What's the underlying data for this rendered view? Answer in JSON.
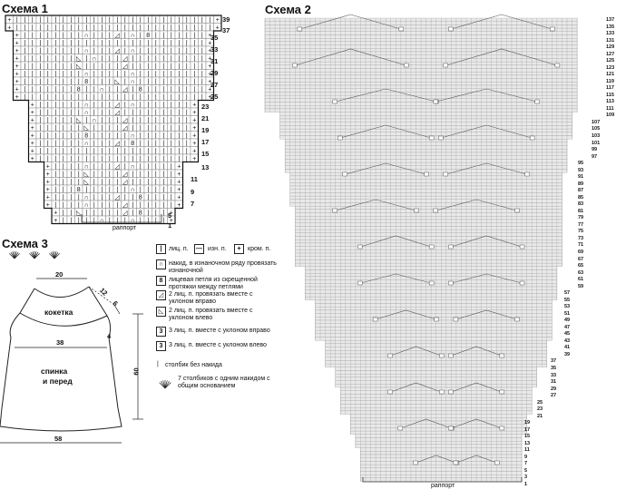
{
  "scheme1": {
    "title": "Схема 1",
    "rows_right": [
      "39",
      "35",
      "33",
      "31",
      "29",
      "27",
      "25",
      "23",
      "21",
      "19",
      "17",
      "15",
      "13",
      "11",
      "9",
      "7",
      "5",
      "3"
    ],
    "rows_right2": [
      "37",
      "1"
    ],
    "rapport": "раппорт"
  },
  "scheme2": {
    "title": "Схема 2",
    "rows": [
      "137",
      "135",
      "133",
      "131",
      "129",
      "127",
      "125",
      "123",
      "121",
      "119",
      "117",
      "115",
      "113",
      "111",
      "109",
      "107",
      "105",
      "103",
      "101",
      "99",
      "97",
      "95",
      "93",
      "91",
      "89",
      "87",
      "85",
      "83",
      "81",
      "79",
      "77",
      "75",
      "73",
      "71",
      "69",
      "67",
      "65",
      "63",
      "61",
      "59",
      "57",
      "55",
      "53",
      "51",
      "49",
      "47",
      "45",
      "43",
      "41",
      "39",
      "37",
      "35",
      "33",
      "31",
      "29",
      "27",
      "25",
      "23",
      "21",
      "19",
      "17",
      "15",
      "13",
      "11",
      "9",
      "7",
      "5",
      "3",
      "1"
    ],
    "rapport": "раппорт"
  },
  "scheme3": {
    "title": "Схема 3",
    "yoke_label": "кокетка",
    "body_label_1": "спинка",
    "body_label_2": "и перед",
    "dims": {
      "top": "20",
      "yoke": "12",
      "side": "6",
      "chest": "38",
      "height": "60",
      "bottom": "58",
      "small": "4"
    }
  },
  "legend": [
    {
      "sym": "|",
      "text": "лиц. п."
    },
    {
      "sym": "—",
      "text": "изн. п."
    },
    {
      "sym": "+",
      "text": "кром. п."
    },
    {
      "sym": "∩",
      "text": "накид, в изнаночном ряду провязать изнаночной"
    },
    {
      "sym": "8",
      "text": "лицевая петля из скрещенной протяжки между петлями"
    },
    {
      "sym": "◿",
      "text": "2 лиц. п. провязать вместе с уклоном вправо"
    },
    {
      "sym": "◺",
      "text": "2 лиц. п. провязать вместе с уклоном влево"
    },
    {
      "sym": "3",
      "text": "3 лиц. п. вместе с уклоном вправо"
    },
    {
      "sym": "3",
      "text": "3 лиц. п. вместе с уклоном влево"
    }
  ],
  "legend_crochet": [
    {
      "text": "столбик без накида"
    },
    {
      "text": "7 столбиков с одним накидом с общим основанием"
    }
  ]
}
